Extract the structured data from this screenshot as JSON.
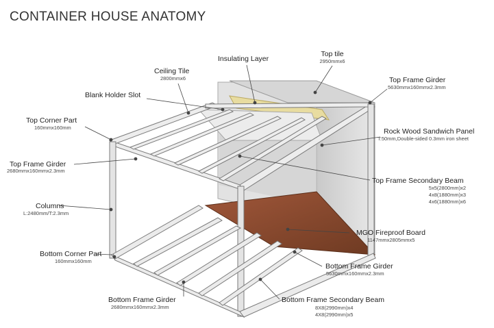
{
  "title": "CONTAINER HOUSE ANATOMY",
  "labels": {
    "insulating_layer": {
      "name": "Insulating Layer",
      "spec": ""
    },
    "top_tile": {
      "name": "Top tile",
      "spec": "2950mmx6"
    },
    "ceiling_tile": {
      "name": "Ceiling Tile",
      "spec": "2800mmx6"
    },
    "top_frame_girder_right": {
      "name": "Top Frame Girder",
      "spec": "5630mmx160mmx2.3mm"
    },
    "blank_holder_slot": {
      "name": "Blank Holder Slot",
      "spec": ""
    },
    "top_corner_part": {
      "name": "Top Corner Part",
      "spec": "160mmx160mm"
    },
    "rock_wood_panel": {
      "name": "Rock Wood Sandwich Panel",
      "spec": "T:50mm,Double-sided 0.3mm iron sheet"
    },
    "top_frame_girder_left": {
      "name": "Top Frame Girder",
      "spec": "2680mmx160mmx2.3mm"
    },
    "top_frame_secondary_beam": {
      "name": "Top Frame Secondary Beam",
      "spec": [
        "5x5(2800mm)x2",
        "4x8(1880mm)x3",
        "4x6(1880mm)x6"
      ]
    },
    "columns": {
      "name": "Columns",
      "spec": "L:2480mm/T:2.3mm"
    },
    "mgo_board": {
      "name": "MGO Fireproof Board",
      "spec": "1147mmx2805mmx5"
    },
    "bottom_corner_part": {
      "name": "Bottom Corner Part",
      "spec": "160mmx160mm"
    },
    "bottom_frame_girder_right": {
      "name": "Bottom Frame Girder",
      "spec": "5630mmx160mmx2.3mm"
    },
    "bottom_frame_girder_left": {
      "name": "Bottom Frame Girder",
      "spec": "2680mmx160mmx2.3mm"
    },
    "bottom_frame_secondary_beam": {
      "name": "Bottom Frame Secondary Beam",
      "spec": [
        "8X8(2990mm)x4",
        "4X8(2990mm)x5"
      ]
    }
  },
  "colors": {
    "frame": "#e6e6e6",
    "frame_edge": "#7a7a7a",
    "wall": "#d9d9d9",
    "insulation": "#e8dca0",
    "floor": "#8a4a2b",
    "leader": "#444444"
  }
}
